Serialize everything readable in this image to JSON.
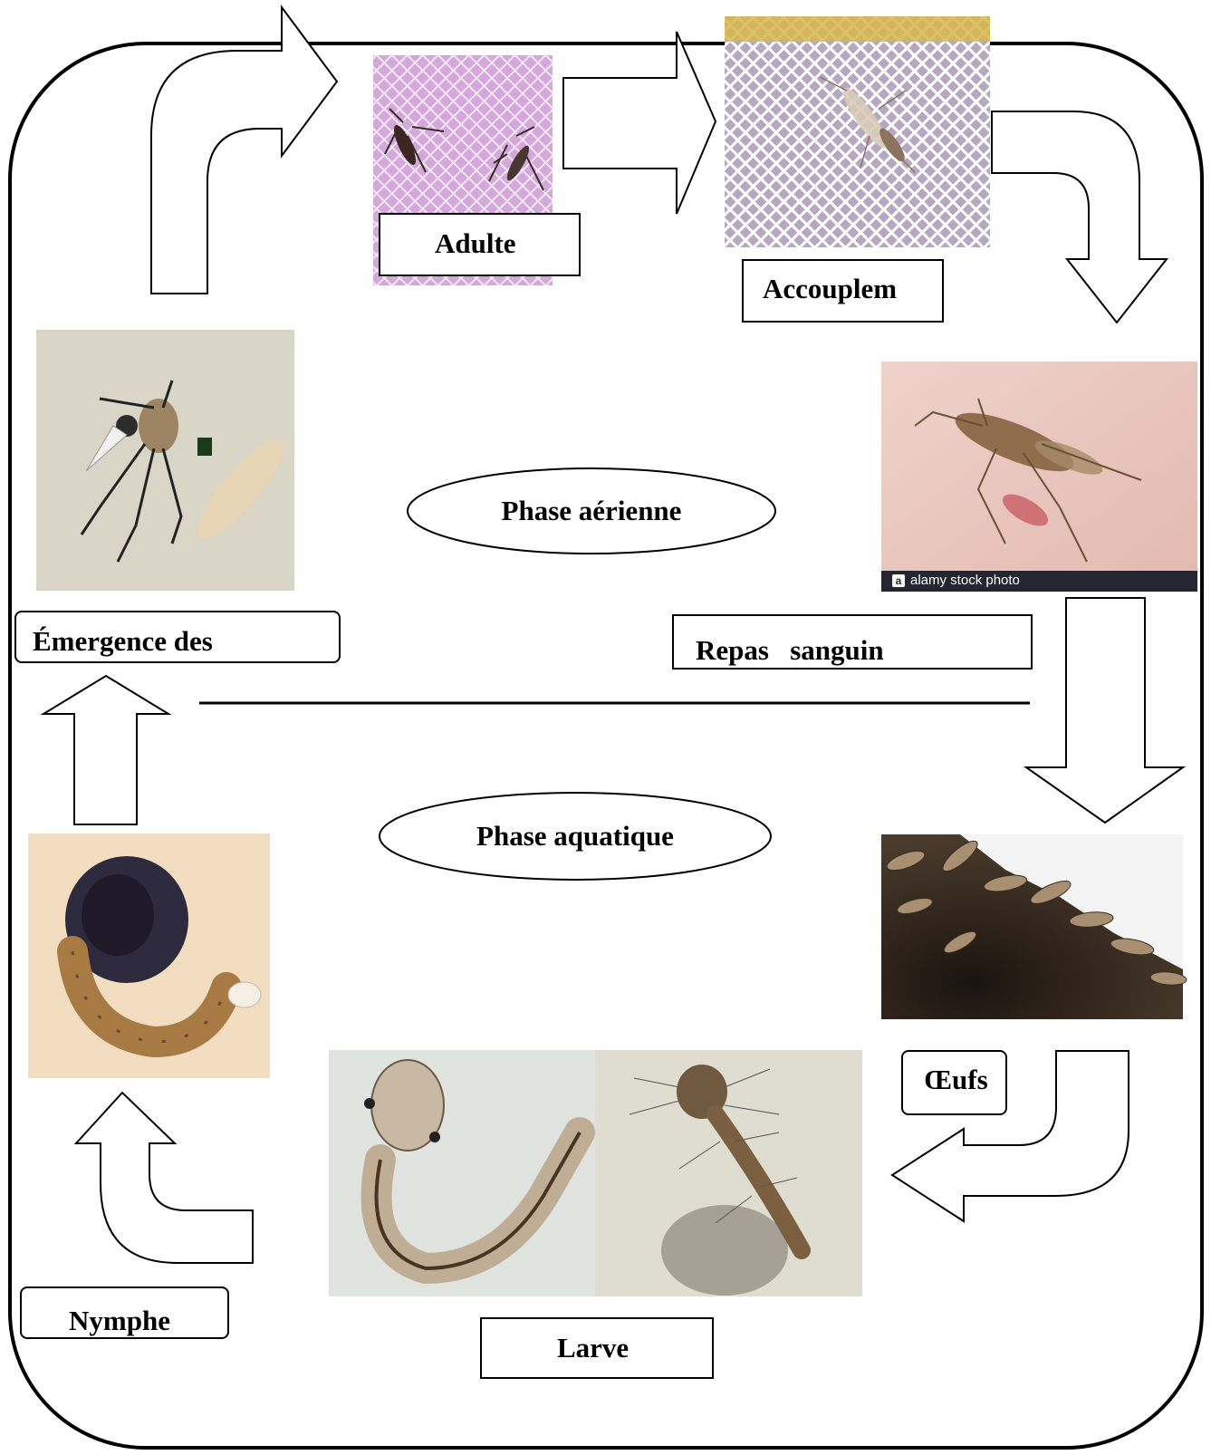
{
  "stages": {
    "adult": "Adulte",
    "mating": "Accouplem",
    "blood_meal": "Repas   sanguin",
    "eggs": "Œufs",
    "larva": "Larve",
    "pupa": "Nymphe",
    "emergence": "Émergence des"
  },
  "phases": {
    "aerial": "Phase  aérienne",
    "aquatic": "Phase aquatique"
  },
  "photo_credit": {
    "logo": "a",
    "text": "alamy stock photo"
  },
  "colors": {
    "outline": "#000000",
    "arrow_fill": "#ffffff",
    "net_bg": "#d9b3de",
    "skin": "#e9c7bf"
  }
}
